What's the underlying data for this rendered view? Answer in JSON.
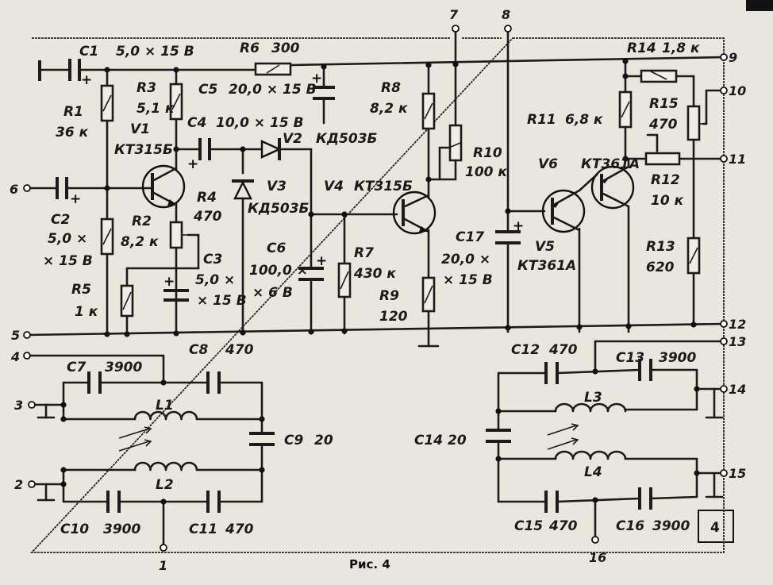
{
  "figure": {
    "caption": "Рис. 4",
    "frame_number": "4"
  },
  "terminals": [
    "1",
    "2",
    "3",
    "4",
    "5",
    "6",
    "7",
    "8",
    "9",
    "10",
    "11",
    "12",
    "13",
    "14",
    "15",
    "16"
  ],
  "components": {
    "C1": {
      "ref": "C1",
      "value": "5,0 × 15 В"
    },
    "R6": {
      "ref": "R6",
      "value": "300"
    },
    "R14": {
      "ref": "R14",
      "value": "1,8 к"
    },
    "R1": {
      "ref": "R1",
      "value": "36 к"
    },
    "R3": {
      "ref": "R3",
      "value": "5,1 к"
    },
    "C5": {
      "ref": "C5",
      "value": "20,0 × 15 В"
    },
    "V1": {
      "ref": "V1",
      "value": "КТ315Б"
    },
    "C4": {
      "ref": "C4",
      "value": "10,0 × 15 В"
    },
    "V2": {
      "ref": "V2",
      "value": "КД503Б"
    },
    "R8": {
      "ref": "R8",
      "value": "8,2 к"
    },
    "R11": {
      "ref": "R11",
      "value": "6,8 к"
    },
    "R15": {
      "ref": "R15",
      "value": "470"
    },
    "R10": {
      "ref": "R10",
      "value": "100 к"
    },
    "V6": {
      "ref": "V6",
      "value": "КТ361А"
    },
    "R12": {
      "ref": "R12",
      "value": "10 к"
    },
    "C2": {
      "ref": "C2",
      "value_line1": "5,0 ×",
      "value_line2": "× 15 В"
    },
    "R4": {
      "ref": "R4",
      "value": "470"
    },
    "V3": {
      "ref": "V3",
      "value": "КД503Б"
    },
    "V4": {
      "ref": "V4",
      "value": "КТ315Б"
    },
    "R2": {
      "ref": "R2",
      "value": "8,2 к"
    },
    "C6": {
      "ref": "C6",
      "value_line1": "100,0 ×",
      "value_line2": "× 6 В"
    },
    "R7": {
      "ref": "R7",
      "value": "430 к"
    },
    "C17": {
      "ref": "C17",
      "value_line1": "20,0 ×",
      "value_line2": "× 15 В"
    },
    "V5": {
      "ref": "V5",
      "value": "КТ361А"
    },
    "R13": {
      "ref": "R13",
      "value": "620"
    },
    "C3": {
      "ref": "C3",
      "value_line1": "5,0 ×",
      "value_line2": "× 15 В"
    },
    "R5": {
      "ref": "R5",
      "value": "1 к"
    },
    "R9": {
      "ref": "R9",
      "value": "120"
    },
    "C7": {
      "ref": "C7",
      "value": "3900"
    },
    "C8": {
      "ref": "C8",
      "value": "470"
    },
    "L1": {
      "ref": "L1"
    },
    "C9": {
      "ref": "C9",
      "value": "20"
    },
    "L2": {
      "ref": "L2"
    },
    "C10": {
      "ref": "C10",
      "value": "3900"
    },
    "C11": {
      "ref": "C11",
      "value": "470"
    },
    "C12": {
      "ref": "C12",
      "value": "470"
    },
    "C13": {
      "ref": "C13",
      "value": "3900"
    },
    "L3": {
      "ref": "L3"
    },
    "C14": {
      "ref": "C14",
      "value": "20"
    },
    "L4": {
      "ref": "L4"
    },
    "C15": {
      "ref": "C15",
      "value": "470"
    },
    "C16": {
      "ref": "C16",
      "value": "3900"
    }
  },
  "polarity_mark": "+"
}
